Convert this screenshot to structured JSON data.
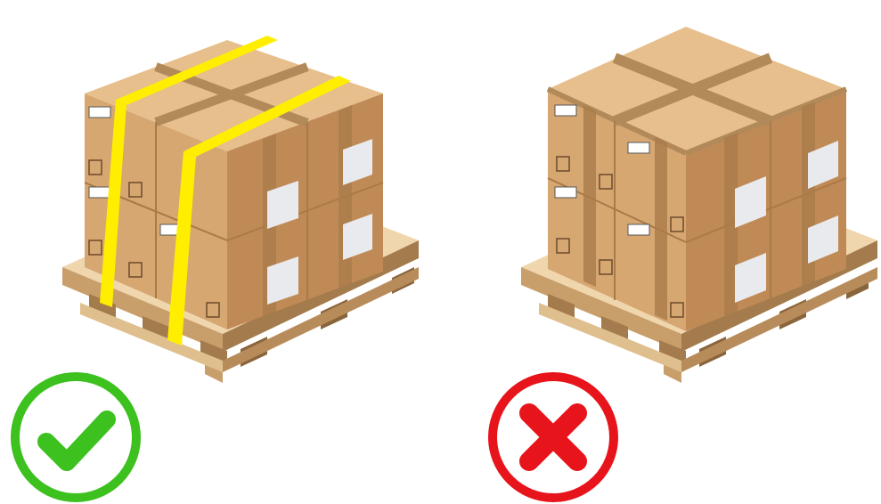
{
  "colors": {
    "carton_top": "#e6bf8c",
    "carton_left": "#d7a772",
    "carton_right": "#c08a56",
    "carton_edge": "#a87a48",
    "tape": "#b28a5a",
    "strap": "#ffee00",
    "strap_shade": "#e3cf00",
    "wood_top": "#f0d6ad",
    "wood_side": "#c89e6a",
    "wood_dark": "#a37b4c",
    "label_bg": "#e8eaee",
    "approve": "#3cc11e",
    "reject": "#e8141c"
  },
  "panels": [
    {
      "variant": "strapped",
      "strapped": true,
      "verdict": "approved",
      "verdict_icon": "check-icon"
    },
    {
      "variant": "unstrapped",
      "strapped": false,
      "verdict": "rejected",
      "verdict_icon": "cross-icon"
    }
  ]
}
